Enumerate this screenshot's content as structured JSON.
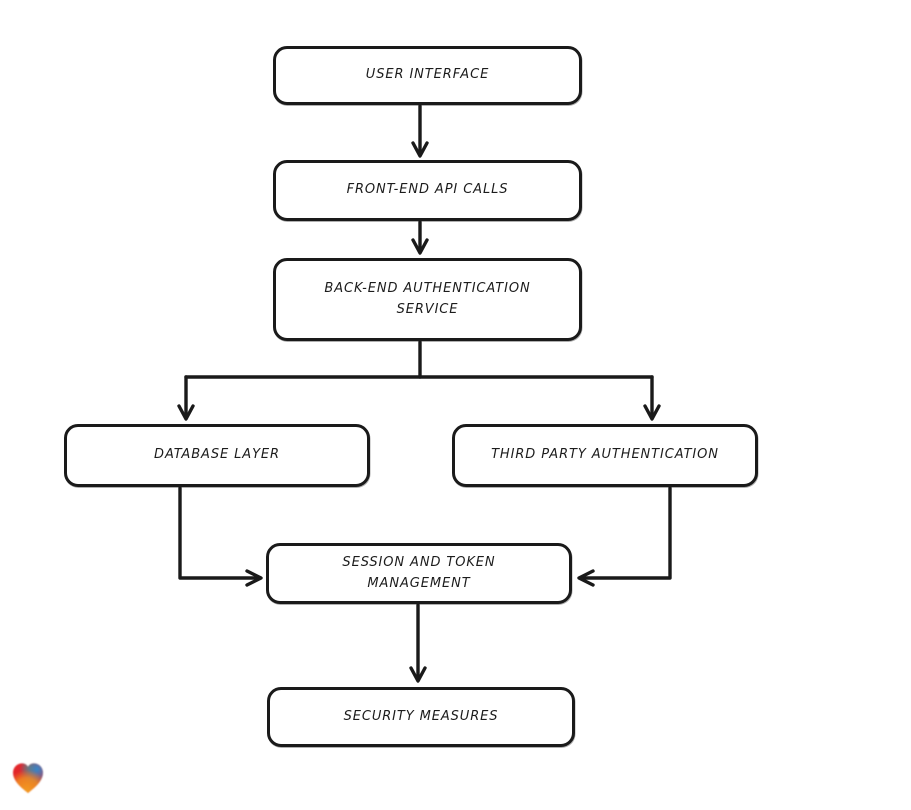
{
  "diagram": {
    "type": "flowchart",
    "background": "#ffffff",
    "stroke_color": "#1a1a1a",
    "box_fill": "#ffffff",
    "nodes": [
      {
        "id": "user-interface",
        "lines": [
          "USER INTERFACE"
        ]
      },
      {
        "id": "front-end-api-calls",
        "lines": [
          "FRONT-END API CALLS"
        ]
      },
      {
        "id": "back-end-authentication-service",
        "lines": [
          "BACK-END AUTHENTICATION",
          "SERVICE"
        ]
      },
      {
        "id": "database-layer",
        "lines": [
          "DATABASE LAYER"
        ]
      },
      {
        "id": "third-party-authentication",
        "lines": [
          "THIRD PARTY AUTHENTICATION"
        ]
      },
      {
        "id": "session-and-token-management",
        "lines": [
          "SESSION AND TOKEN",
          "MANAGEMENT"
        ]
      },
      {
        "id": "security-measures",
        "lines": [
          "SECURITY MEASURES"
        ]
      }
    ],
    "edges": [
      {
        "from": "user-interface",
        "to": "front-end-api-calls"
      },
      {
        "from": "front-end-api-calls",
        "to": "back-end-authentication-service"
      },
      {
        "from": "back-end-authentication-service",
        "to": "database-layer"
      },
      {
        "from": "back-end-authentication-service",
        "to": "third-party-authentication"
      },
      {
        "from": "database-layer",
        "to": "session-and-token-management"
      },
      {
        "from": "third-party-authentication",
        "to": "session-and-token-management"
      },
      {
        "from": "session-and-token-management",
        "to": "security-measures"
      }
    ],
    "logo": {
      "name": "gradient-heart",
      "colors": [
        "#e2252b",
        "#2a8cd3",
        "#58a63e",
        "#f29a1f"
      ]
    }
  }
}
